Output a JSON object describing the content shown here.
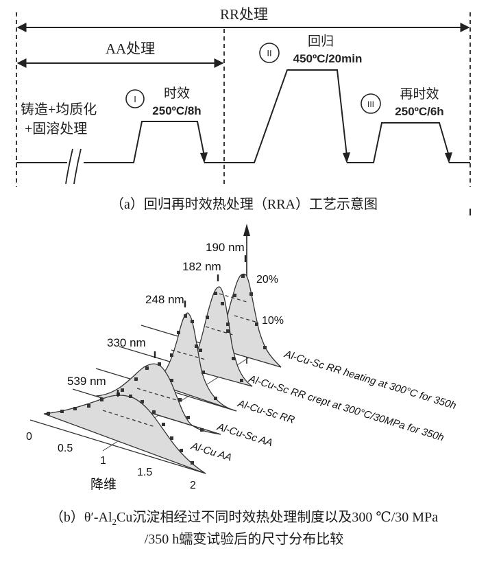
{
  "part_a": {
    "rr_label": "RR处理",
    "aa_label": "AA处理",
    "initial_label_1": "铸造+均质化",
    "initial_label_2": "+固溶处理",
    "stage1": {
      "roman": "I",
      "name": "时效",
      "cond": "250ºC/8h"
    },
    "stage2": {
      "roman": "II",
      "name": "回归",
      "cond": "450ºC/20min"
    },
    "stage3": {
      "roman": "III",
      "name": "再时效",
      "cond": "250ºC/6h"
    },
    "caption": "（a）回归再时效热处理（RRA）工艺示意图"
  },
  "part_b": {
    "x_axis_label": "降维",
    "x_ticks": [
      "0",
      "0.5",
      "1",
      "1.5",
      "2"
    ],
    "y_ticks": [
      "10%",
      "20%"
    ],
    "series": [
      {
        "name": "Al-Cu AA",
        "peak_label": "539 nm"
      },
      {
        "name": "Al-Cu-Sc AA",
        "peak_label": "330 nm"
      },
      {
        "name": "Al-Cu-Sc RR",
        "peak_label": "248 nm"
      },
      {
        "name": "Al-Cu-Sc RR crept at 300°C/30MPa for 350h",
        "peak_label": "182 nm"
      },
      {
        "name": "Al-Cu-Sc RR heating at 300°C for 350h",
        "peak_label": "190 nm"
      }
    ],
    "caption_1": "（b）θ′-Al",
    "caption_sub": "2",
    "caption_2": "Cu沉淀相经过不同时效热处理制度以及300 ℃/30 MPa",
    "caption_3": "/350 h蠕变试验后的尺寸分布比较"
  }
}
